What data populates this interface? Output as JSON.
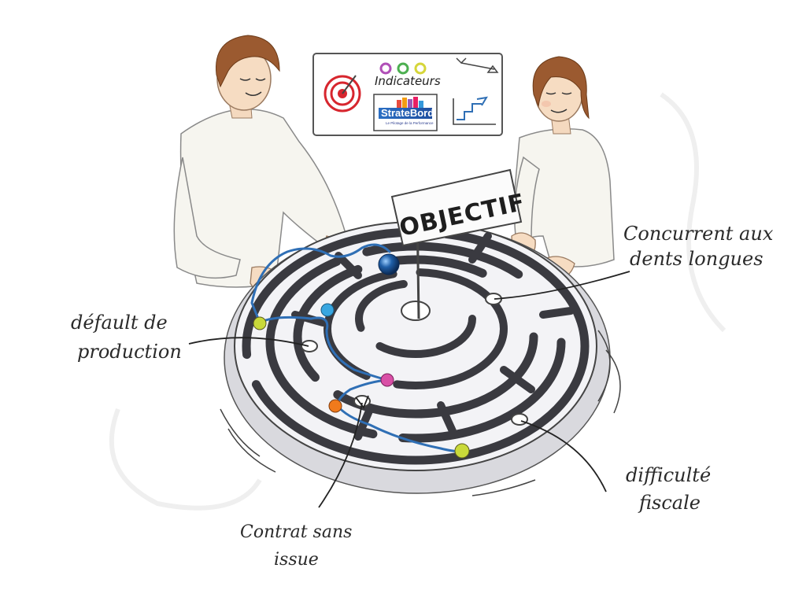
{
  "board": {
    "indicators_label": "Indicateurs",
    "logo_name": "StrateBord",
    "logo_tagline": "Le Pilotage de la Performance",
    "dot_colors": [
      "#b04fb7",
      "#4caf50",
      "#d6d63a"
    ]
  },
  "flag": {
    "label": "OBJECTIF"
  },
  "annotations": {
    "competitor": [
      "Concurrent aux",
      "dents longues"
    ],
    "production_defect": [
      "défault de",
      "production"
    ],
    "dead_end_contract": [
      "Contrat sans",
      "issue"
    ],
    "tax_difficulty": [
      "difficulté",
      "fiscale"
    ]
  },
  "colors": {
    "maze_wall": "#3a3a40",
    "path": "#2f6fb5",
    "ball": "#1f5fa8",
    "marker_yellow": "#c9d93a",
    "marker_blue": "#38a6e0",
    "marker_pink": "#d94fa6",
    "marker_orange": "#f07a1c",
    "target_red": "#d7262e"
  },
  "icons": [
    "target-icon",
    "balance-icon",
    "growth-chart-icon"
  ]
}
